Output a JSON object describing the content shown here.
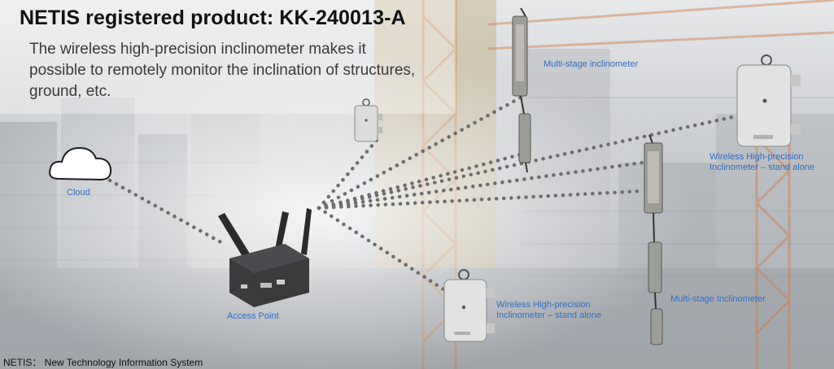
{
  "title": "NETIS registered product: KK-240013-A",
  "subtitle": "The wireless high-precision inclinometer makes it possible to remotely monitor the inclination of structures, ground, etc.",
  "labels": {
    "cloud": "Cloud",
    "access_point": "Access Point",
    "multi_stage_top": "Multi-stage inclinometer",
    "multi_stage_bottom": "Multi-stage Inclinometer",
    "standalone_right_line1": "Wireless High-precision",
    "standalone_right_line2": "Inclinometer – stand alone",
    "standalone_bottom_line1": "Wireless High-precision",
    "standalone_bottom_line2": "Inclinometer – stand alone"
  },
  "footnote": "NETIS： New Technology Information System",
  "colors": {
    "label": "#2f6fc4",
    "link_dots": "#6d6d6d",
    "title": "#111111"
  },
  "icons": [
    "cloud-icon",
    "access-point-router-icon",
    "inclinometer-device-icon",
    "multi-stage-inclinometer-icon"
  ]
}
